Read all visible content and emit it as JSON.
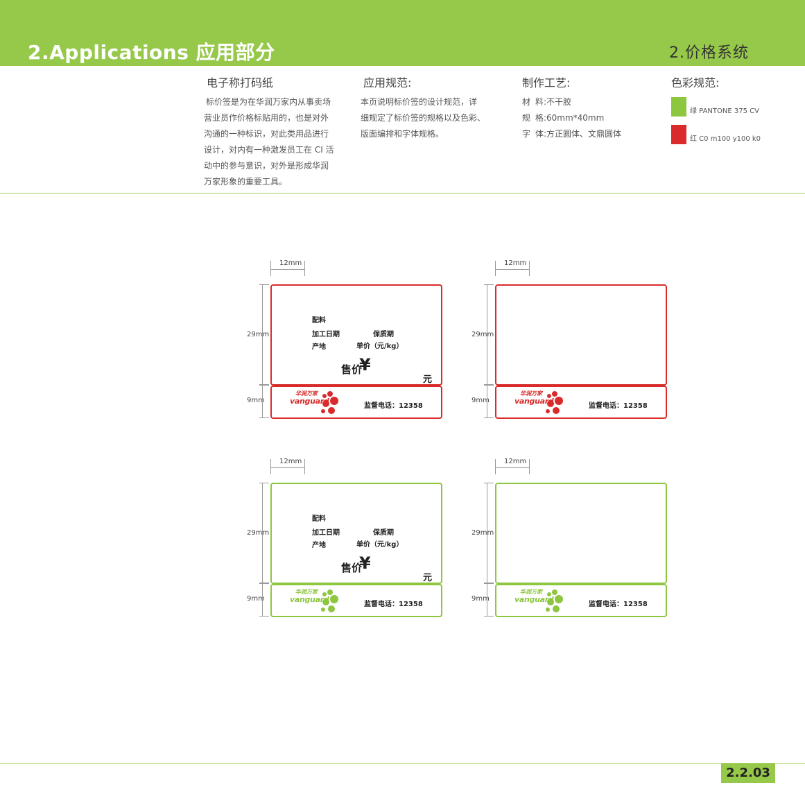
{
  "header": {
    "title": "2.Applications  应用部分",
    "section": "2.价格系统"
  },
  "info": {
    "col1": {
      "heading": "电子称打码纸",
      "lines": [
        "标价签是为在华润万家内从事卖场",
        "营业员作价格标贴用的，也是对外",
        "沟通的一种标识，对此类用品进行",
        "设计，对内有一种激发员工在 CI 活",
        "动中的参与意识，对外是形成华润",
        "万家形象的重要工具。"
      ]
    },
    "col2": {
      "heading": "应用规范:",
      "lines": [
        "本页说明标价签的设计规范，详",
        "细规定了标价签的规格以及色彩、",
        "版面编排和字体规格。"
      ]
    },
    "col3": {
      "heading": "制作工艺:",
      "specs": [
        {
          "label_a": "材",
          "label_b": "料:",
          "value": "不干胶"
        },
        {
          "label_a": "规",
          "label_b": "格:",
          "value": "60mm*40mm"
        },
        {
          "label_a": "字",
          "label_b": "体:",
          "value": "方正圆体、文鼎圆体"
        }
      ]
    },
    "col4": {
      "heading": "色彩规范:",
      "swatches": [
        {
          "color": "#8dc63f",
          "label": "绿 PANTONE 375 CV"
        },
        {
          "color": "#d92b2b",
          "label": "红 C0 m100 y100 k0"
        }
      ]
    }
  },
  "labels": {
    "dim_width": "12mm",
    "dim_top": "29mm",
    "dim_bottom": "9mm",
    "field_peiliao": "配料",
    "field_jiagong": "加工日期",
    "field_baozhi": "保质期",
    "field_chandi": "产地",
    "field_danjia": "单价（元/kg）",
    "field_shoujia": "售价",
    "field_yen": "¥",
    "field_yuan": "元",
    "logo_cn": "华润万家",
    "logo_en": "vanguard",
    "hotline": "监督电话：12358"
  },
  "colors": {
    "brand_green": "#96c84a",
    "label_green": "#8dc63f",
    "label_red": "#d92b2b"
  },
  "footer": {
    "page": "2.2.03"
  }
}
